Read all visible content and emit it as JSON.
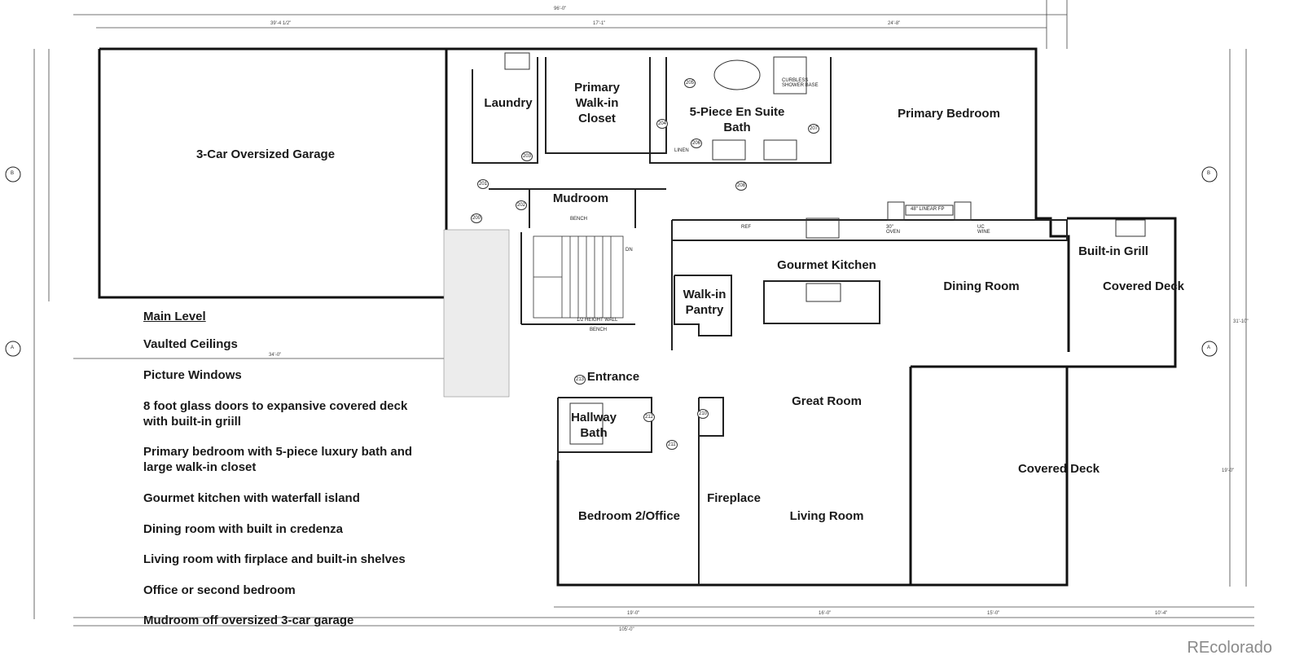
{
  "rooms": {
    "garage": "3-Car Oversized Garage",
    "laundry": "Laundry",
    "walkin_closet": "Primary\nWalk-in\nCloset",
    "ensuite": "5-Piece En Suite\nBath",
    "primary_bedroom": "Primary Bedroom",
    "mudroom": "Mudroom",
    "built_in_grill": "Built-in Grill",
    "covered_deck_upper": "Covered Deck",
    "gourmet_kitchen": "Gourmet Kitchen",
    "dining_room": "Dining Room",
    "walkin_pantry": "Walk-in\nPantry",
    "entrance": "Entrance",
    "great_room": "Great Room",
    "hallway_bath": "Hallway\nBath",
    "covered_deck_lower": "Covered Deck",
    "fireplace": "Fireplace",
    "bedroom2": "Bedroom 2/Office",
    "living_room": "Living Room"
  },
  "features": {
    "heading": "Main Level",
    "items": [
      "Vaulted Ceilings",
      "Picture Windows",
      "8 foot glass doors to expansive covered deck\nwith built-in griill",
      "Primary bedroom with 5-piece luxury bath and\nlarge walk-in closet",
      "Gourmet kitchen with waterfall island",
      "Dining room with built in credenza",
      "Living room with firplace and built-in shelves",
      "Office or second bedroom",
      "Mudroom off oversized 3-car garage"
    ]
  },
  "fixture_labels": {
    "bench_mudroom": "BENCH",
    "bench_stair": "BENCH",
    "half_wall": "1/2 HEIGHT WALL",
    "ref": "REF",
    "oven": "30\" OVEN",
    "uc_wine": "UC WINE",
    "linear_fp": "48\" LINEAR FP",
    "linen": "LINEN",
    "curbless_shower": "CURBLESS SHOWER BASE",
    "dn": "DN"
  },
  "door_tags": [
    "200",
    "201",
    "202",
    "203",
    "204",
    "205",
    "206",
    "207",
    "208",
    "210",
    "211",
    "212",
    "213"
  ],
  "dimensions": {
    "overall_top": "96'-0\"",
    "overall_bottom": "105'-0\"",
    "seg_top_1": "39'-4 1/2\"",
    "seg_top_2": "17'-1\"",
    "seg_top_3": "24'-8\"",
    "seg_bottom_1": "19'-0\"",
    "seg_bottom_2": "16'-0\"",
    "seg_bottom_3": "15'-0\"",
    "seg_bottom_4": "10'-4\"",
    "left_1": "34'-0\"",
    "right_1": "31'-10\"",
    "right_2": "19'-0\""
  },
  "section_markers": [
    "B",
    "B",
    "A",
    "A"
  ],
  "watermark": "REcolorado"
}
